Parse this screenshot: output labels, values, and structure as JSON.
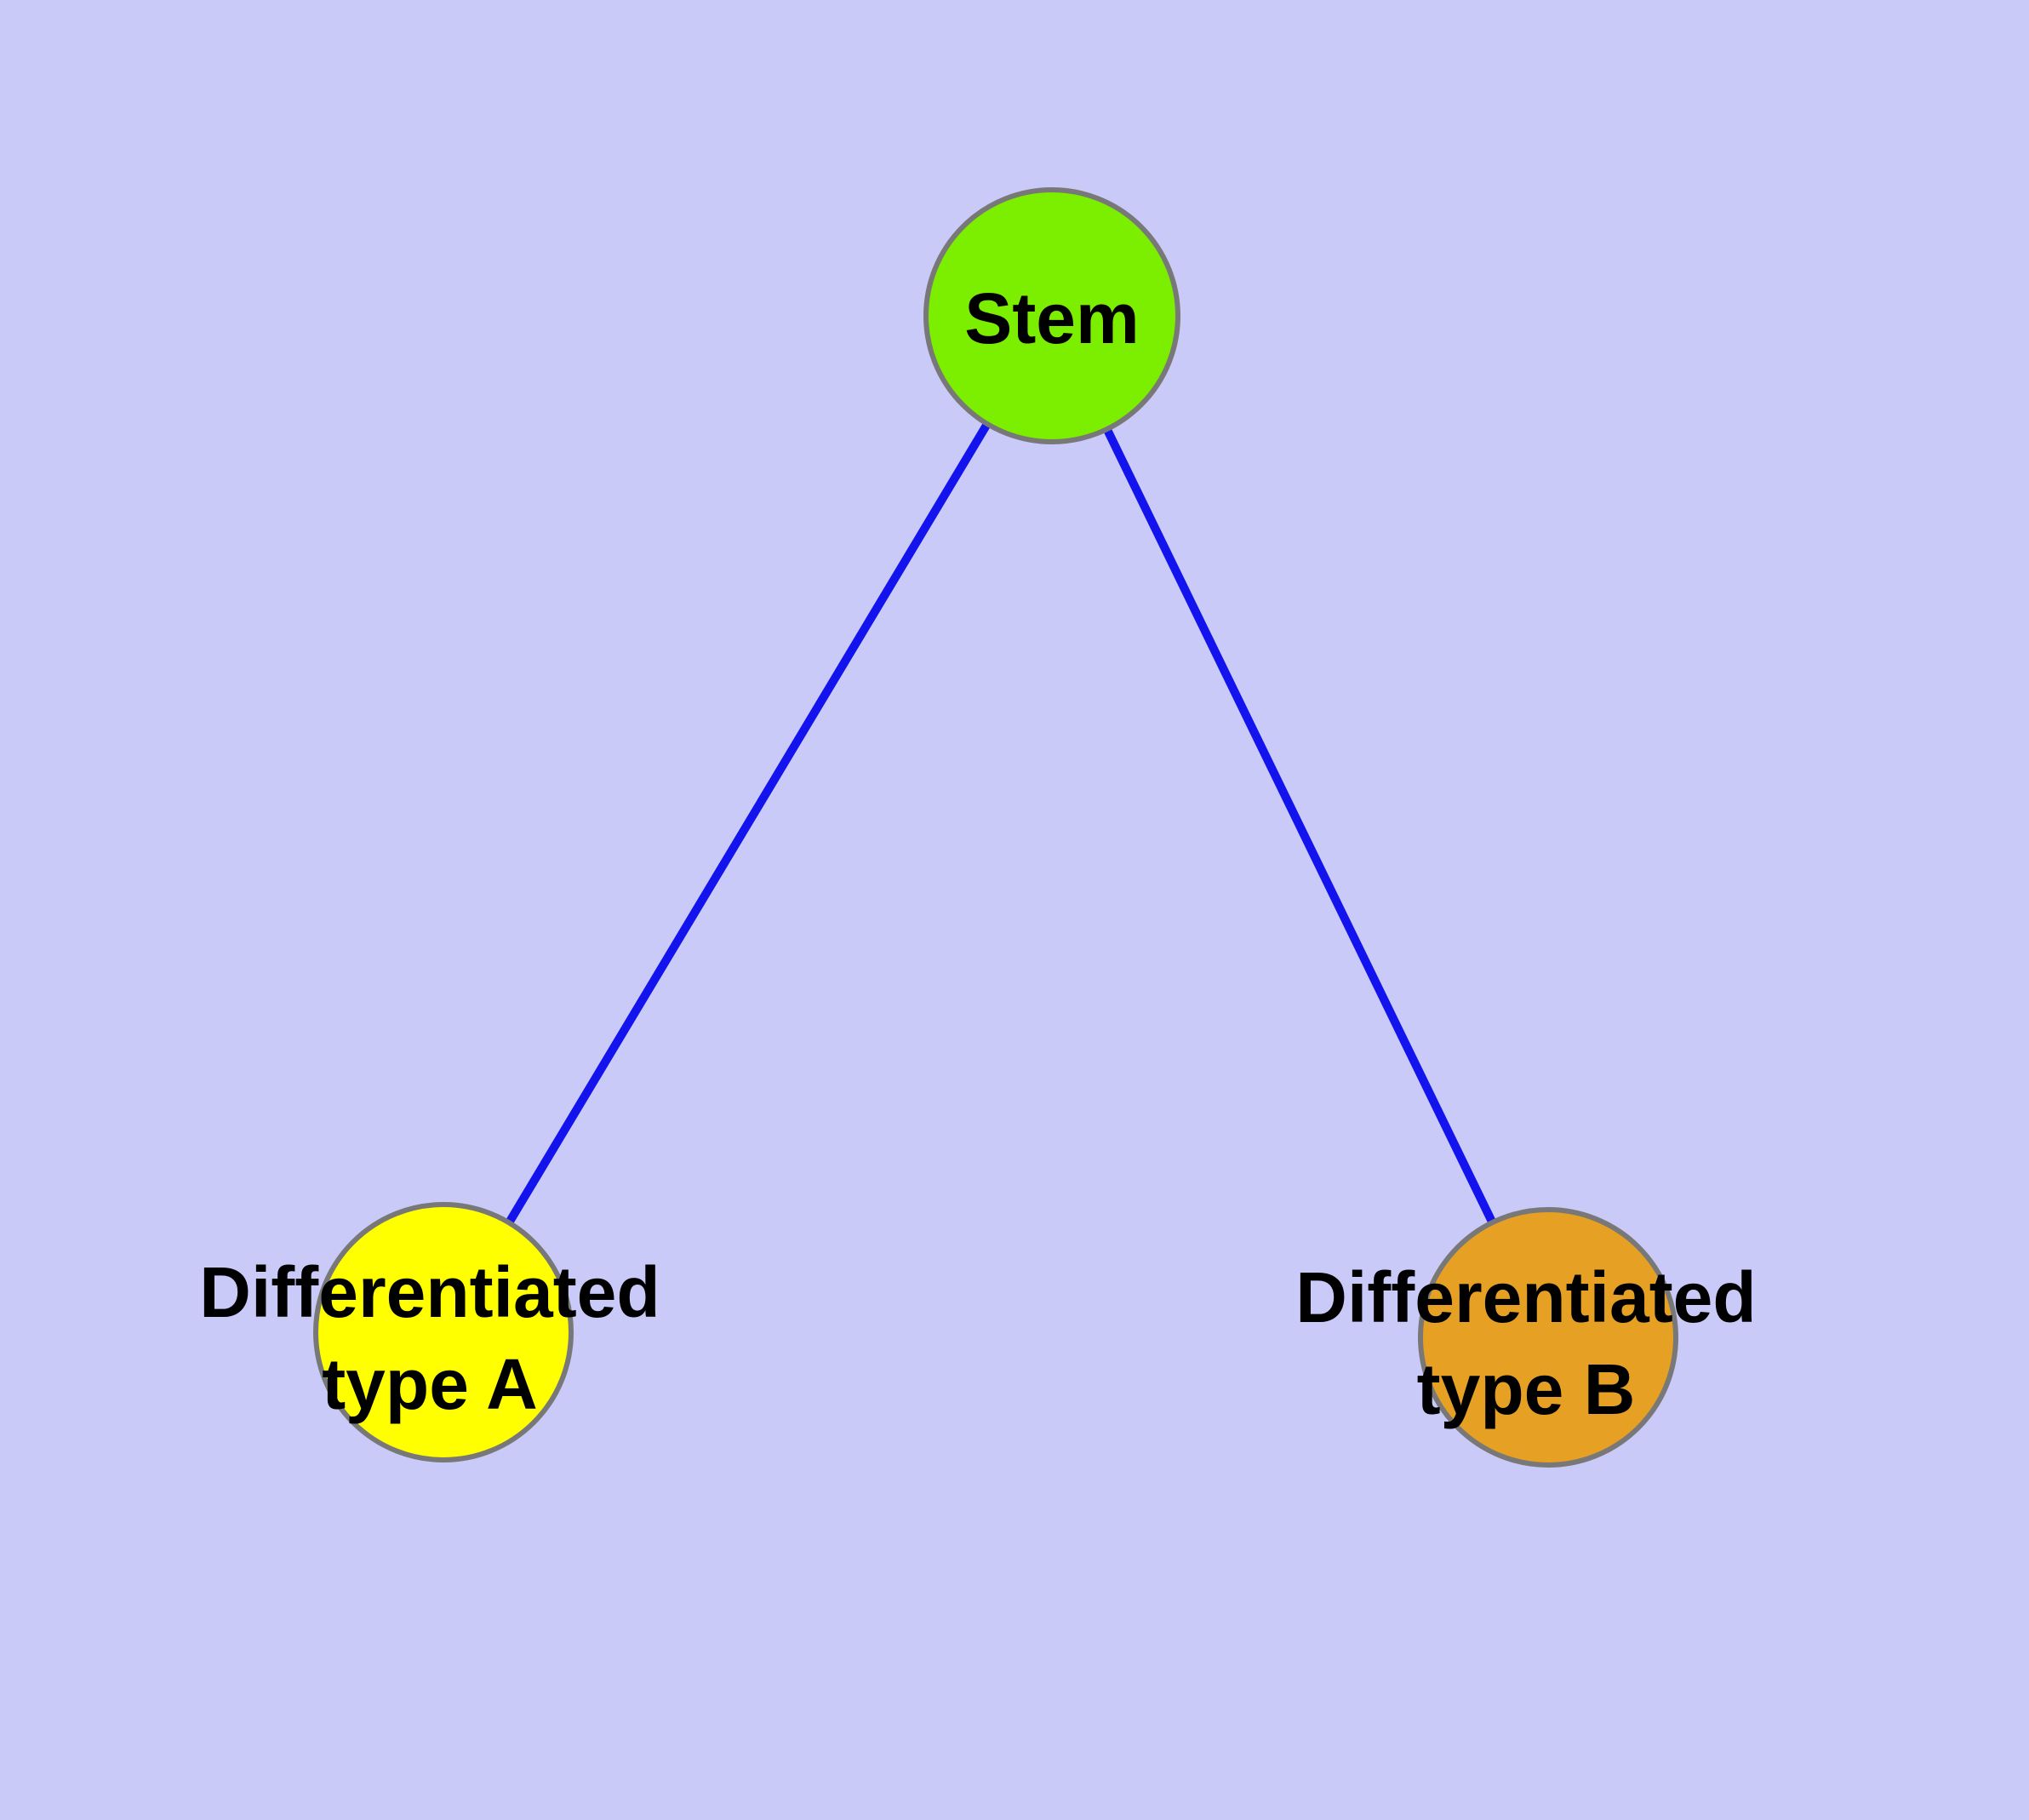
{
  "diagram": {
    "type": "node-link-graph",
    "description": "Cell differentiation diagram: a Stem node connected to two differentiated cell type nodes",
    "colors": {
      "background": "#CACAF8",
      "edge": "#1313EE",
      "node_border": "#787878",
      "label_text": "#000000"
    },
    "nodes": {
      "stem": {
        "label": "Stem",
        "color": "#7CEE00"
      },
      "type_a": {
        "lines": [
          "Differentiated",
          "type A"
        ],
        "label": "Differentiated type A",
        "color": "#FFFF00"
      },
      "type_b": {
        "lines": [
          "Differentiated",
          "type B"
        ],
        "label": "Differentiated type B",
        "color": "#E6A023"
      }
    },
    "edges": [
      {
        "from": "Stem",
        "to": "Differentiated type A",
        "color": "#1313EE"
      },
      {
        "from": "Stem",
        "to": "Differentiated type B",
        "color": "#1313EE"
      }
    ]
  }
}
